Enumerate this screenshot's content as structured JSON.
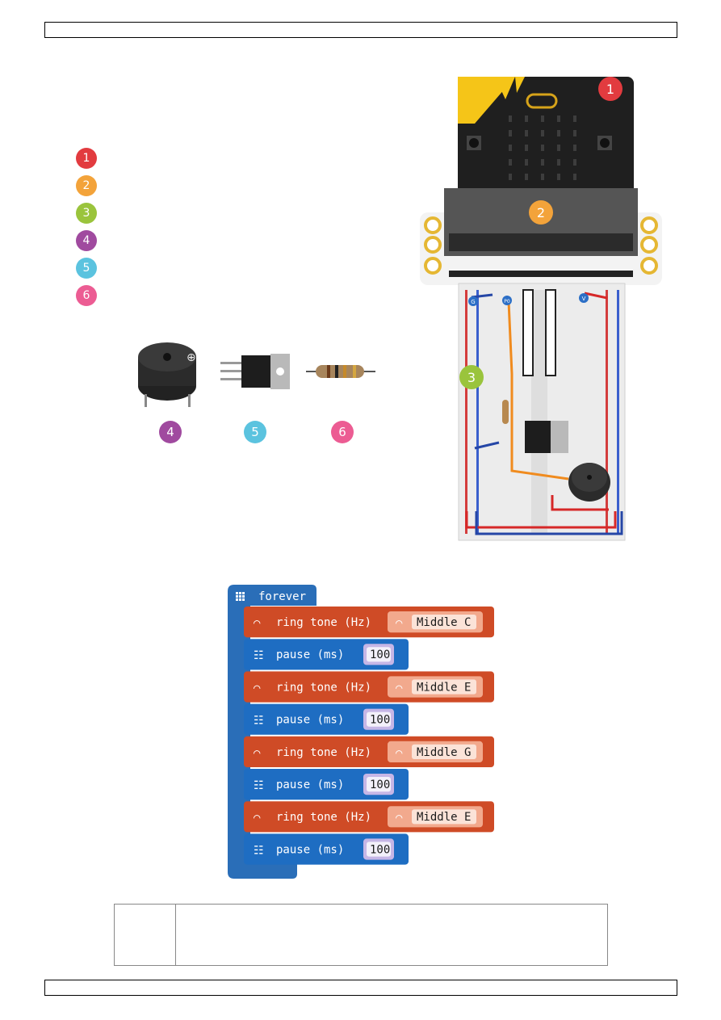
{
  "legend": [
    "1",
    "2",
    "3",
    "4",
    "5",
    "6"
  ],
  "component_labels": [
    "4",
    "5",
    "6"
  ],
  "diagram": {
    "callouts": [
      "1",
      "2",
      "3"
    ],
    "breadboard_pins": [
      "G",
      "P0",
      "V"
    ]
  },
  "colors": {
    "c1": "#e23b3f",
    "c2": "#f3a33a",
    "c3": "#9ac43c",
    "c4": "#a04a9f",
    "c5": "#5bc3df",
    "c6": "#ec5c93",
    "loop_block": "#2a6eb8",
    "music_block": "#cf4b26",
    "basic_block": "#1e6dc2"
  },
  "code": {
    "forever": "forever",
    "blocks": [
      {
        "cmd": "ring tone (Hz)",
        "value": "Middle C"
      },
      {
        "cmd": "pause (ms)",
        "value": "100"
      },
      {
        "cmd": "ring tone (Hz)",
        "value": "Middle E"
      },
      {
        "cmd": "pause (ms)",
        "value": "100"
      },
      {
        "cmd": "ring tone (Hz)",
        "value": "Middle G"
      },
      {
        "cmd": "pause (ms)",
        "value": "100"
      },
      {
        "cmd": "ring tone (Hz)",
        "value": "Middle E"
      },
      {
        "cmd": "pause (ms)",
        "value": "100"
      }
    ]
  }
}
